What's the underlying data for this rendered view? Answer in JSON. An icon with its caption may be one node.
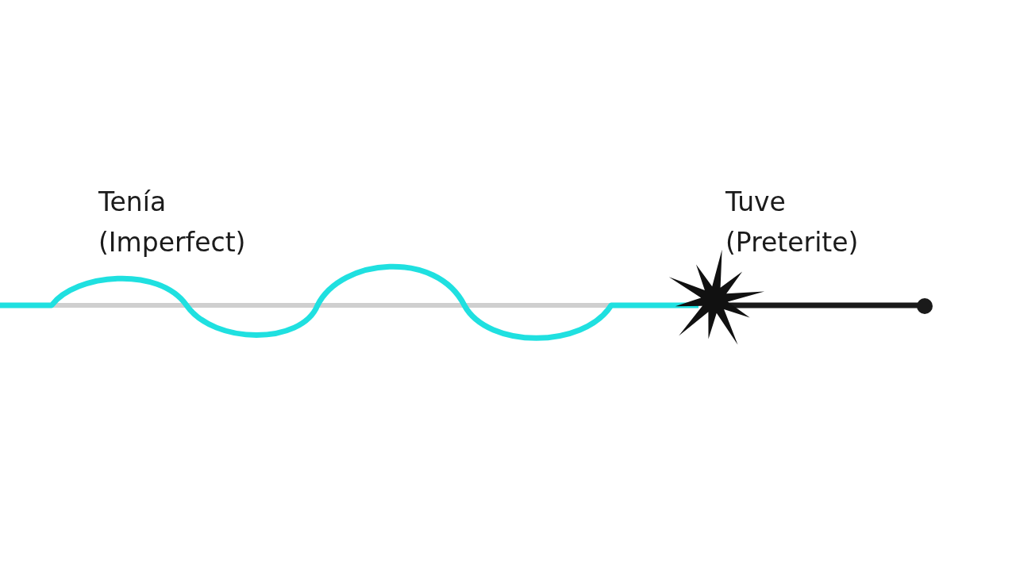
{
  "diagram": {
    "labels": [
      "Tenía",
      "(Imperfect)",
      "Tuve",
      "(Preterite)"
    ]
  }
}
